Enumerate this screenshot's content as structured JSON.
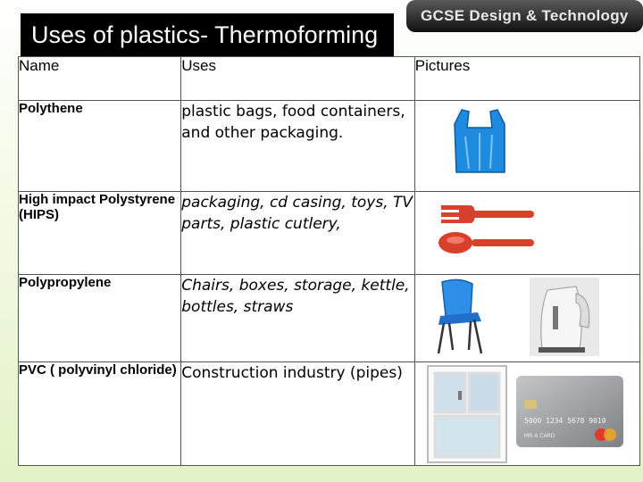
{
  "title": "Uses of plastics- Thermoforming",
  "brand": "GCSE Design & Technology",
  "table": {
    "headers": [
      "Name",
      "Uses",
      "Pictures"
    ],
    "rows": [
      {
        "name": "Polythene",
        "uses": "plastic bags, food containers, and other packaging."
      },
      {
        "name": "High impact Polystyrene (HIPS)",
        "uses": "packaging, cd casing, toys, TV parts, plastic cutlery,"
      },
      {
        "name": "Polypropylene",
        "uses": "Chairs, boxes, storage, kettle, bottles, straws"
      },
      {
        "name": "PVC ( polyvinyl chloride)",
        "uses": "Construction industry (pipes)"
      }
    ]
  },
  "card": {
    "numbers": "5000 1234 5678 9010",
    "name": "MR A CARD"
  }
}
